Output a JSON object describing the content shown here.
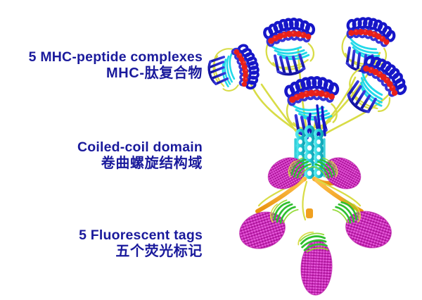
{
  "figure": {
    "title": "MHC pentamer reagent schematic",
    "background_color": "#ffffff",
    "text_color": "#1a1a9c",
    "labels": [
      {
        "id": "mhc-peptide-complexes",
        "english": "5 MHC-peptide complexes",
        "chinese": "MHC-肽复合物"
      },
      {
        "id": "coiled-coil-domain",
        "english": "Coiled-coil domain",
        "chinese": "卷曲螺旋结构域"
      },
      {
        "id": "fluorescent-tags",
        "english": "5 Fluorescent tags",
        "chinese": "五个荧光标记"
      }
    ],
    "structure": {
      "colors": {
        "alpha_helix_blue": "#1616c8",
        "peptide_red": "#e8201a",
        "beta_sheet_cyan": "#18d8e8",
        "linker_yellow": "#d8dc46",
        "coiled_coil_cyan": "#22d0d8",
        "linker_orange": "#f0a020",
        "fluorescent_magenta": "#cc1fbb",
        "strand_green": "#2fbf2f"
      },
      "counts": {
        "mhc_complexes": 5,
        "fluorescent_tags": 5,
        "coiled_coil_helices": 5
      }
    }
  }
}
